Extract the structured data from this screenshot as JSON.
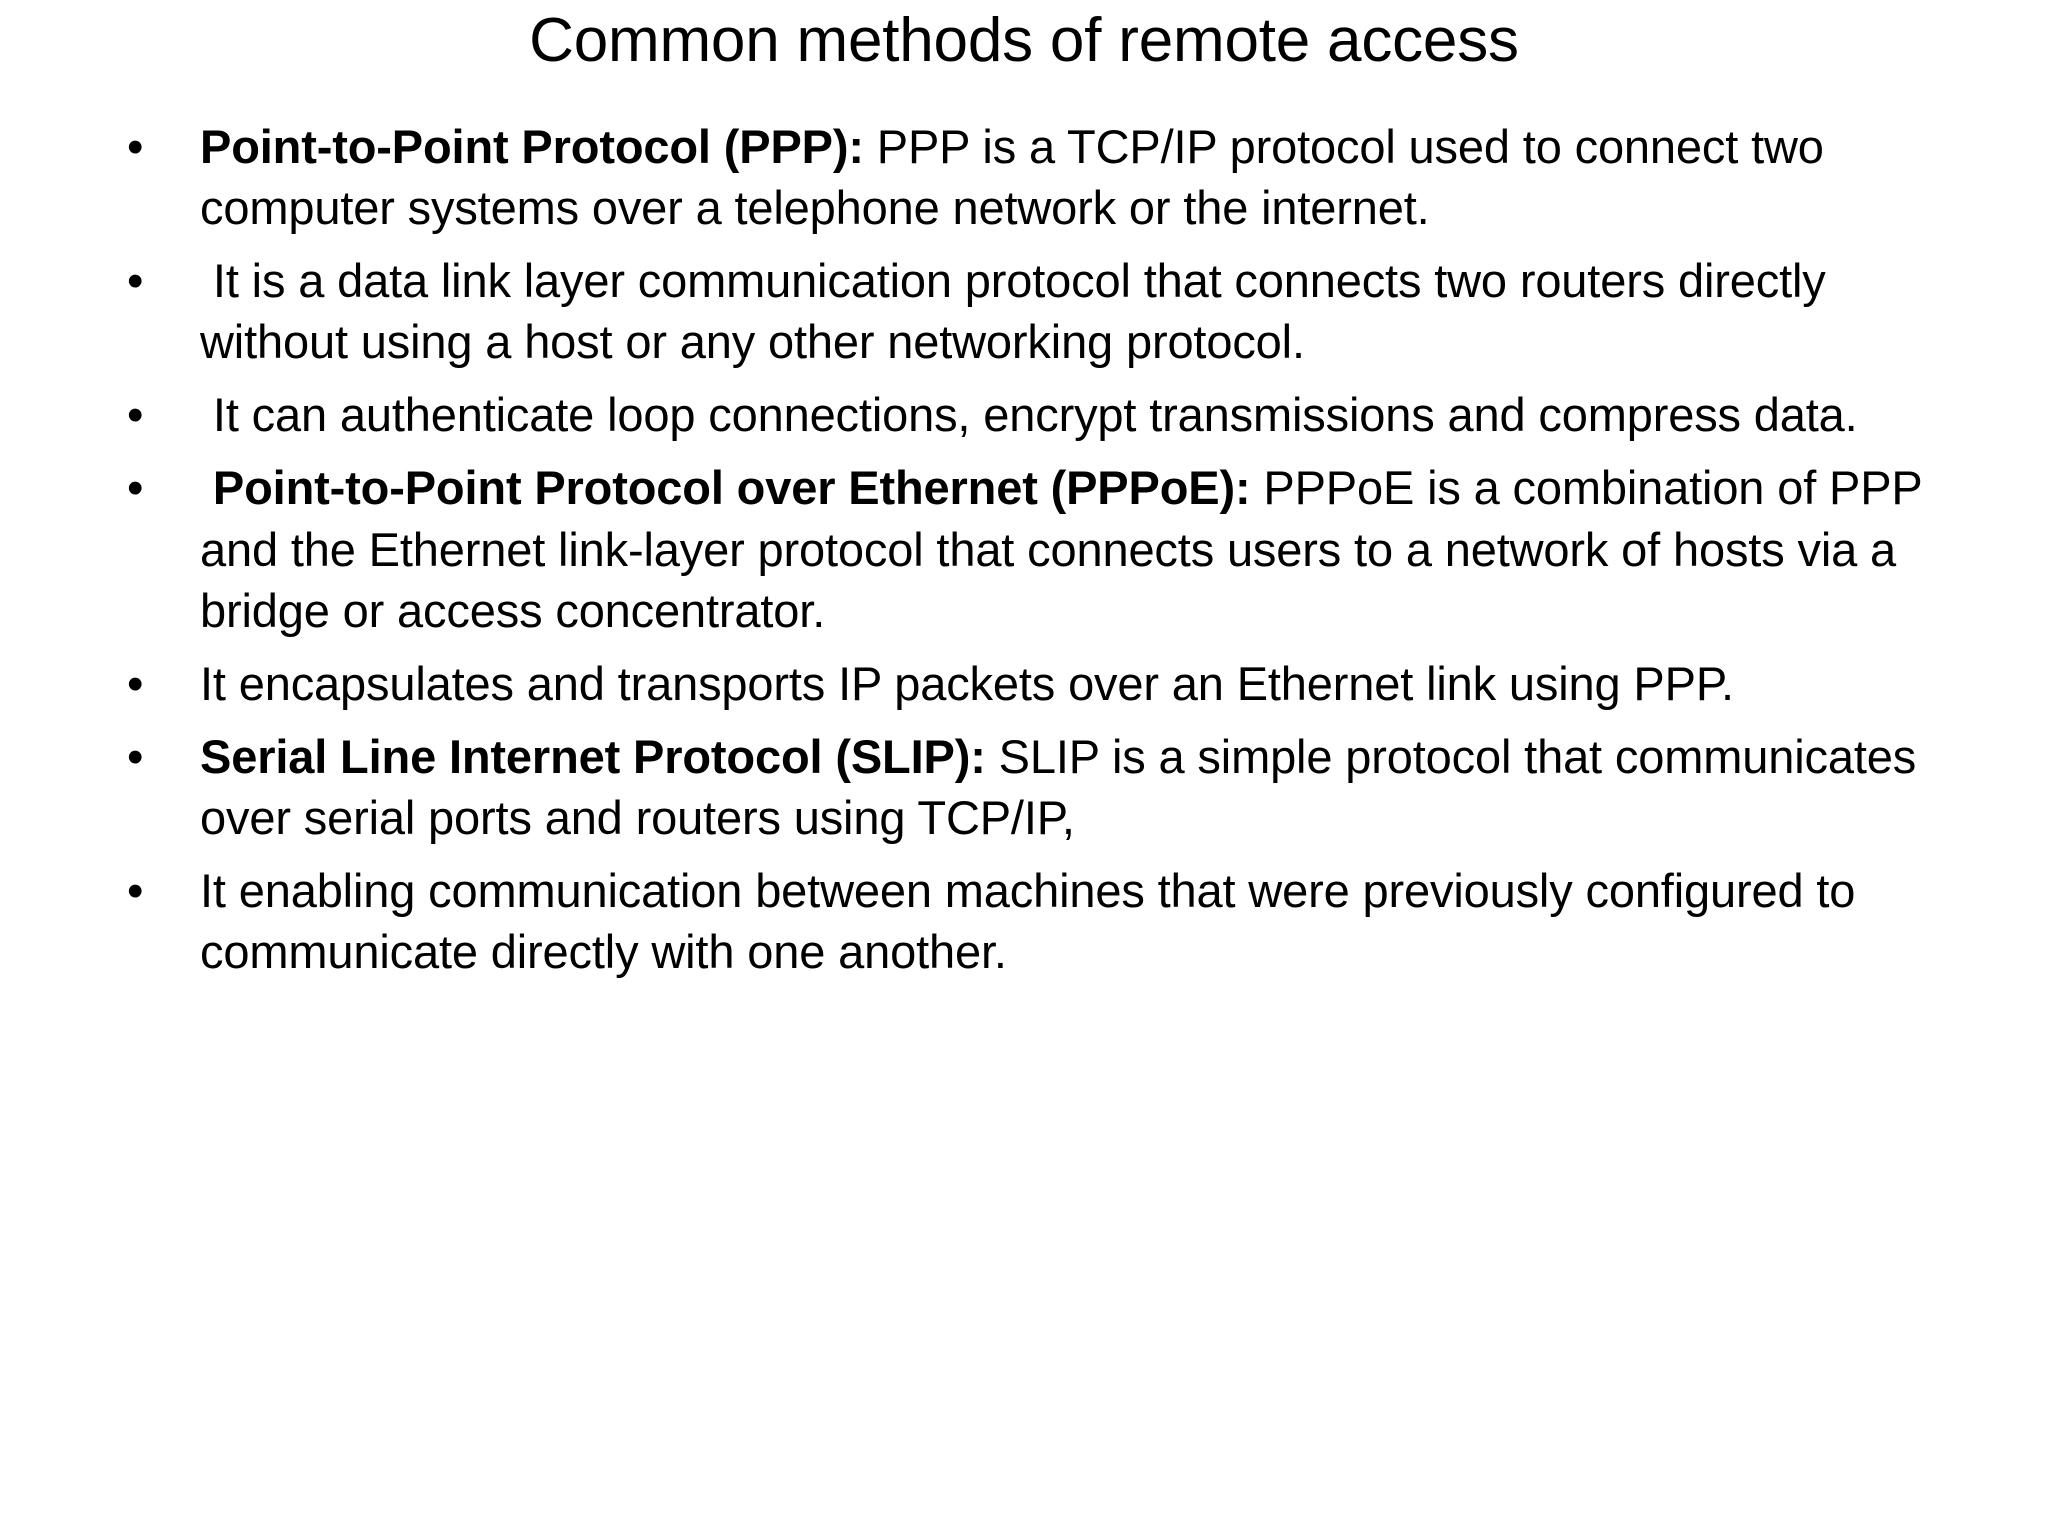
{
  "slide": {
    "title": "Common methods of remote access",
    "bullet_glyph": "•",
    "background_color": "#ffffff",
    "text_color": "#000000",
    "bullets": [
      {
        "lead_space": "",
        "label": "Point-to-Point Protocol (PPP):",
        "text": " PPP is a TCP/IP protocol used to connect two computer systems over a telephone network or the internet."
      },
      {
        "lead_space": " ",
        "label": "",
        "text": "It is a data link layer communication protocol that connects two routers directly without using a host or any other networking protocol."
      },
      {
        "lead_space": " ",
        "label": "",
        "text": "It can authenticate loop connections, encrypt transmissions and compress data."
      },
      {
        "lead_space": " ",
        "label": "Point-to-Point Protocol over Ethernet (PPPoE):",
        "text": " PPPoE is a combination of PPP and the Ethernet link-layer protocol that connects users to a network of hosts via a bridge or access concentrator."
      },
      {
        "lead_space": "",
        "label": "",
        "text": "It encapsulates and transports IP packets over an Ethernet link using PPP."
      },
      {
        "lead_space": "",
        "label": "Serial Line Internet Protocol (SLIP):",
        "text": " SLIP is a simple protocol that communicates over serial ports and routers using TCP/IP,"
      },
      {
        "lead_space": "",
        "label": "",
        "text": "It enabling communication between machines that were previously configured to communicate directly with one another."
      }
    ]
  }
}
